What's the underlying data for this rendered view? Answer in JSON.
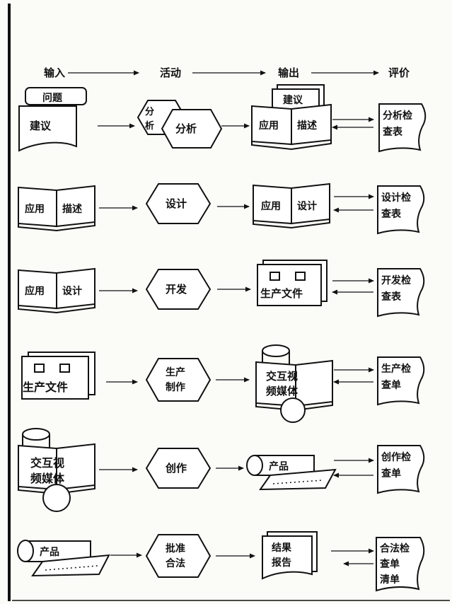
{
  "header": {
    "input": "输入",
    "activity": "活动",
    "output": "输出",
    "evaluation": "评价"
  },
  "rows": [
    {
      "input": {
        "doc_tab": "问题",
        "doc": "建议"
      },
      "activity": {
        "back": [
          "分",
          "析"
        ],
        "front": "分析"
      },
      "output": {
        "card": "建议",
        "book_left": "应用",
        "book_right": "描述"
      },
      "evaluation": [
        "分析检",
        "查表"
      ]
    },
    {
      "input": {
        "book_left": "应用",
        "book_right": "描述"
      },
      "activity": [
        "设计"
      ],
      "output": {
        "book_left": "应用",
        "book_right": "设计"
      },
      "evaluation": [
        "设计检",
        "查表"
      ]
    },
    {
      "input": {
        "book_left": "应用",
        "book_right": "设计"
      },
      "activity": [
        "开发"
      ],
      "output": {
        "files": "生产文件"
      },
      "evaluation": [
        "开发检",
        "查表"
      ]
    },
    {
      "input": {
        "files": "生产文件"
      },
      "activity": [
        "生产",
        "制作"
      ],
      "output": {
        "media": [
          "交互视",
          "频媒体"
        ]
      },
      "evaluation": [
        "生产检",
        "查单"
      ]
    },
    {
      "input": {
        "media": [
          "交互视",
          "频媒体"
        ]
      },
      "activity": [
        "创作"
      ],
      "output": {
        "product": "产品"
      },
      "evaluation": [
        "创作检",
        "查单"
      ]
    },
    {
      "input": {
        "product": "产品"
      },
      "activity": [
        "批准",
        "合法"
      ],
      "output": {
        "report": [
          "结果",
          "报告"
        ]
      },
      "evaluation": [
        "合法检",
        "查单",
        "清单"
      ]
    }
  ]
}
